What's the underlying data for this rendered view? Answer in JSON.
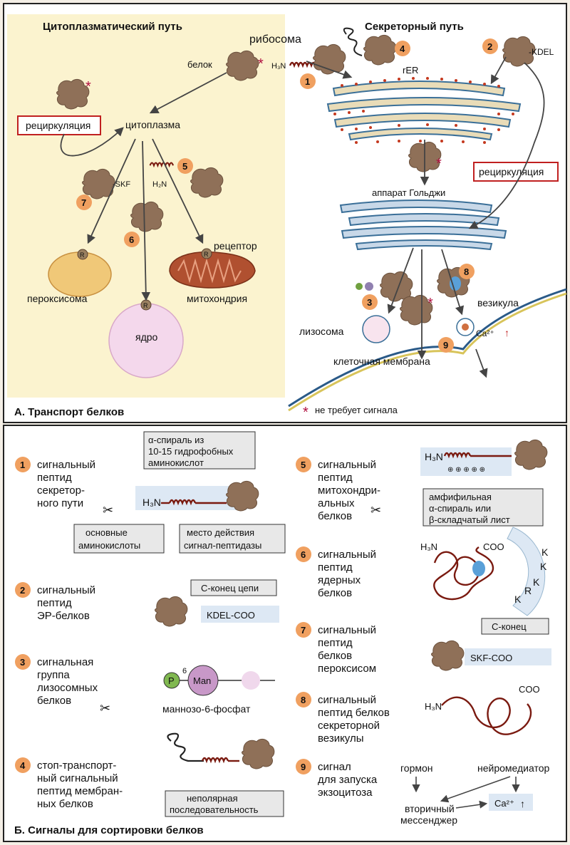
{
  "top": {
    "left_title": "Цитоплазматический путь",
    "right_title": "Секреторный путь",
    "ribosome": "рибосома",
    "protein": "белок",
    "cytoplasm": "цитоплазма",
    "recycling": "рециркуляция",
    "peroxisome": "пероксисома",
    "nucleus": "ядро",
    "mitochondria": "митохондрия",
    "receptor": "рецептор",
    "rER": "rER",
    "golgi": "аппарат Гольджи",
    "lysosome": "лизосома",
    "membrane": "клеточная мембрана",
    "vesicle": "везикула",
    "kdel_tag": "-KDEL",
    "skf_tag": "-SKF",
    "r_label": "R",
    "h3n": "H₃N",
    "h2n": "H₂N",
    "ca": "Ca²⁺",
    "section_a": "А. Транспорт белков",
    "legend": "не требует сигнала",
    "numbers": [
      "1",
      "2",
      "3",
      "4",
      "5",
      "6",
      "7",
      "8",
      "9"
    ]
  },
  "bottom": {
    "section_b": "Б. Сигналы для сортировки белков",
    "items": [
      {
        "n": "1",
        "lines": [
          "сигнальный",
          "пептид",
          "секретор-",
          "ного пути"
        ]
      },
      {
        "n": "2",
        "lines": [
          "сигнальный",
          "пептид",
          "ЭР-белков"
        ]
      },
      {
        "n": "3",
        "lines": [
          "сигнальная",
          "группа",
          "лизосомных",
          "белков"
        ]
      },
      {
        "n": "4",
        "lines": [
          "стоп-транспорт-",
          "ный сигнальный",
          "пептид мембран-",
          "ных белков"
        ]
      },
      {
        "n": "5",
        "lines": [
          "сигнальный",
          "пептид",
          "митохондри-",
          "альных",
          "белков"
        ]
      },
      {
        "n": "6",
        "lines": [
          "сигнальный",
          "пептид",
          "ядерных",
          "белков"
        ]
      },
      {
        "n": "7",
        "lines": [
          "сигнальный",
          "пептид",
          "белков",
          "пероксисом"
        ]
      },
      {
        "n": "8",
        "lines": [
          "сигнальный",
          "пептид белков",
          "секреторной",
          "везикулы"
        ]
      },
      {
        "n": "9",
        "lines": [
          "сигнал",
          "для запуска",
          "экзоцитоза"
        ]
      }
    ],
    "helix_box": [
      "α-спираль из",
      "10-15 гидрофобных",
      "аминокислот"
    ],
    "basic_box": [
      "основные",
      "аминокислоты"
    ],
    "cleave_box": [
      "место действия",
      "сигнал-пептидазы"
    ],
    "cterm_box": "С-конец цепи",
    "kdel_coo": "KDEL-COO",
    "p": "P",
    "man": "Man",
    "six": "6",
    "m6p": "маннозо-6-фосфат",
    "nonpolar_box": [
      "неполярная",
      "последовательность"
    ],
    "amph_box": [
      "амфифильная",
      "α-спираль или",
      "β-складчатый лист"
    ],
    "coo": "COO",
    "kkkr": [
      "K",
      "K",
      "K",
      "R",
      "K"
    ],
    "cterm2_box": "С-конец",
    "skf_coo": "SKF-COO",
    "hormone": "гормон",
    "neuro": "нейромедиатор",
    "second": [
      "вторичный",
      "мессенджер"
    ],
    "ca": "Ca²⁺"
  }
}
